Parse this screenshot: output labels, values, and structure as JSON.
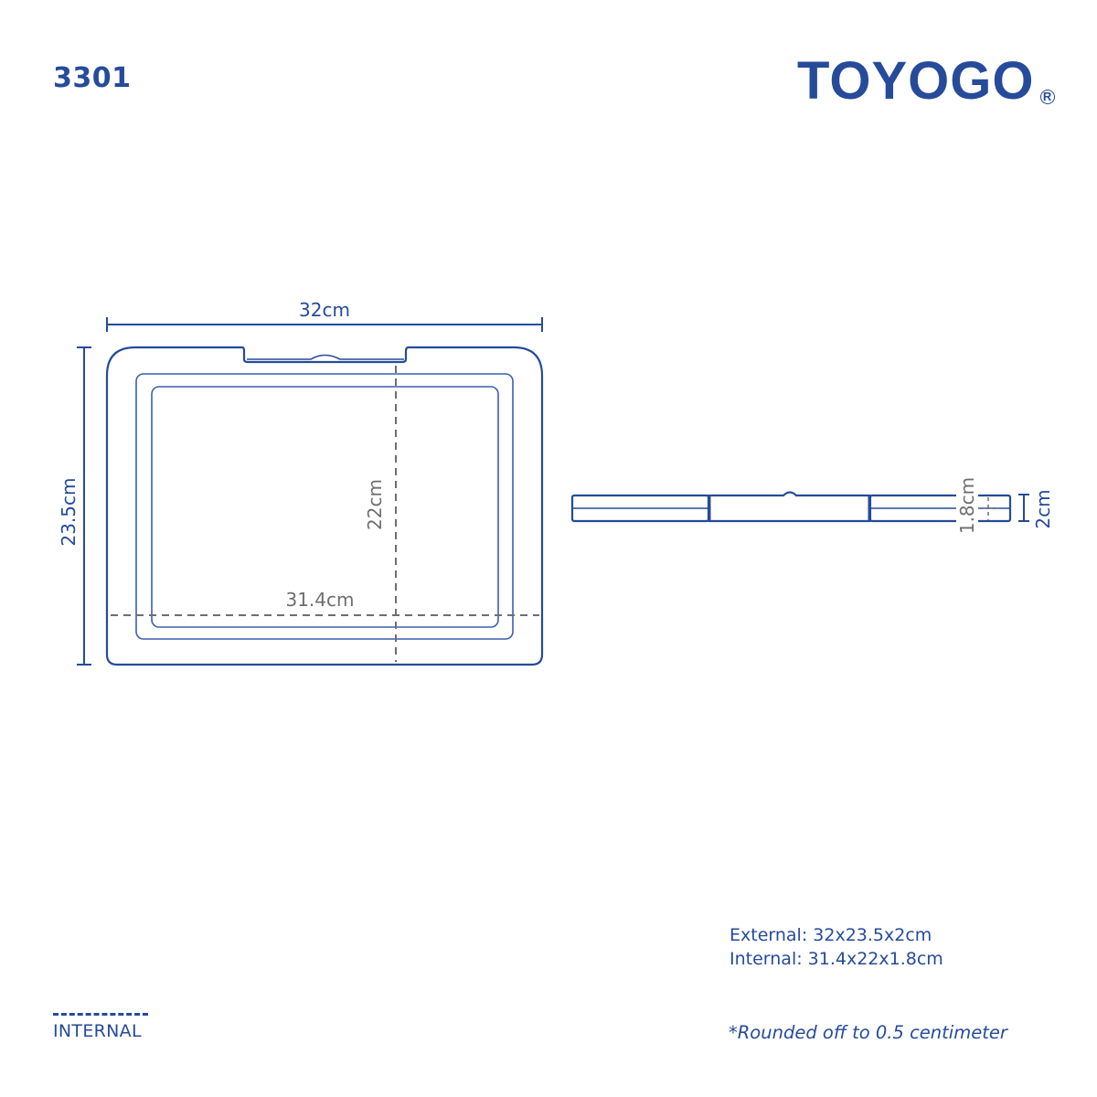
{
  "header": {
    "model_code": "3301",
    "brand": "TOYOGO",
    "brand_mark": "R"
  },
  "colors": {
    "brand_blue": "#264b9a",
    "internal_dim_grey": "#6e6e6e",
    "background": "#ffffff"
  },
  "top_view": {
    "external_width_label": "32cm",
    "external_length_label": "23.5cm",
    "internal_length_label": "22cm",
    "internal_width_label": "31.4cm"
  },
  "side_view": {
    "internal_height_label": "1.8cm",
    "external_height_label": "2cm"
  },
  "specs": {
    "external": "External: 32x23.5x2cm",
    "internal": "Internal: 31.4x22x1.8cm"
  },
  "legend": {
    "internal_label": "INTERNAL"
  },
  "footnote": "*Rounded off to 0.5 centimeter"
}
